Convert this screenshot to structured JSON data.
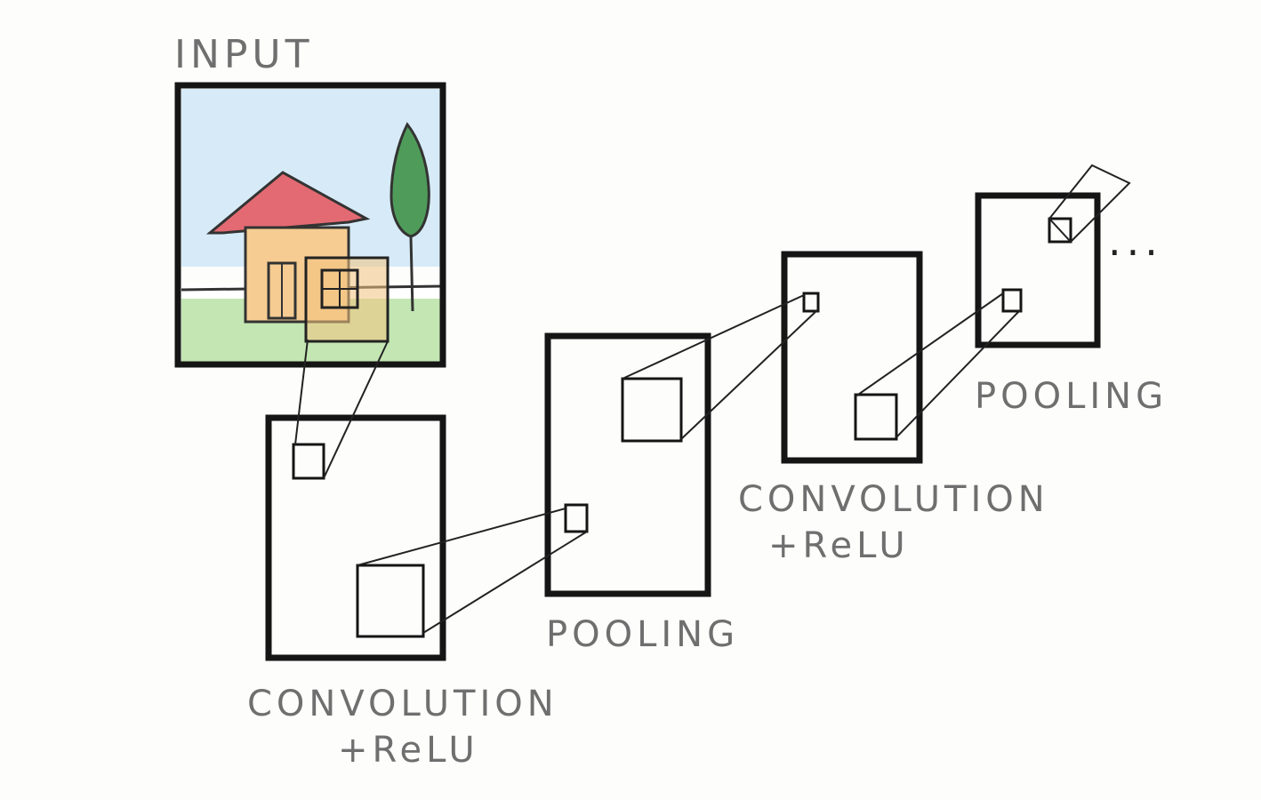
{
  "labels": {
    "input": "INPUT",
    "conv1": "CONVOLUTION",
    "conv1_sub": "+ReLU",
    "pool1": "POOLING",
    "conv2": "CONVOLUTION",
    "conv2_sub": "+ReLU",
    "pool2": "POOLING",
    "ellipsis": "..."
  },
  "colors": {
    "stroke": "#1a1a1a",
    "label": "#6f6f6f",
    "sky": "#cfe6f5",
    "roof": "#e0626a",
    "wall": "#f4c88c",
    "tree": "#4b9a55",
    "grass": "#9fd388"
  }
}
